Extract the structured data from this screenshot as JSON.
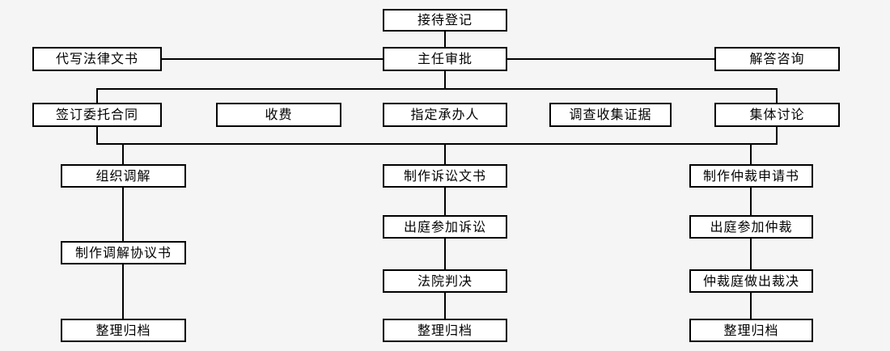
{
  "diagram": {
    "type": "flowchart",
    "colors": {
      "background": "#f5f5f5",
      "box_fill": "#ffffff",
      "box_border": "#000000",
      "connector": "#000000",
      "text": "#000000"
    },
    "nodes": {
      "reception_registration": {
        "label": "接待登记"
      },
      "director_approval": {
        "label": "主任审批"
      },
      "draft_legal_documents": {
        "label": "代写法律文书"
      },
      "answer_consultations": {
        "label": "解答咨询"
      },
      "sign_entrustment_contract": {
        "label": "签订委托合同"
      },
      "charge_fees": {
        "label": "收费"
      },
      "assign_case_handler": {
        "label": "指定承办人"
      },
      "investigate_collect_evidence": {
        "label": "调查收集证据"
      },
      "group_discussion": {
        "label": "集体讨论"
      },
      "organize_mediation": {
        "label": "组织调解"
      },
      "draft_mediation_agreement": {
        "label": "制作调解协议书"
      },
      "archive_filing_left": {
        "label": "整理归档"
      },
      "draft_litigation_documents": {
        "label": "制作诉讼文书"
      },
      "attend_court_litigation": {
        "label": "出庭参加诉讼"
      },
      "court_judgment": {
        "label": "法院判决"
      },
      "archive_filing_center": {
        "label": "整理归档"
      },
      "draft_arbitration_application": {
        "label": "制作仲裁申请书"
      },
      "attend_arbitration": {
        "label": "出庭参加仲裁"
      },
      "arbitration_tribunal_ruling": {
        "label": "仲裁庭做出裁决"
      },
      "archive_filing_right": {
        "label": "整理归档"
      }
    },
    "edges": [
      {
        "from": "reception_registration",
        "to": "director_approval"
      },
      {
        "from": "draft_legal_documents",
        "to": "director_approval"
      },
      {
        "from": "director_approval",
        "to": "answer_consultations"
      },
      {
        "from": "director_approval",
        "to": "sign_entrustment_contract"
      },
      {
        "from": "director_approval",
        "to": "group_discussion"
      },
      {
        "from": "sign_entrustment_contract",
        "to": "organize_mediation"
      },
      {
        "from": "sign_entrustment_contract",
        "to": "draft_litigation_documents"
      },
      {
        "from": "sign_entrustment_contract",
        "to": "draft_arbitration_application"
      },
      {
        "from": "group_discussion",
        "to": "organize_mediation"
      },
      {
        "from": "group_discussion",
        "to": "draft_litigation_documents"
      },
      {
        "from": "group_discussion",
        "to": "draft_arbitration_application"
      },
      {
        "from": "organize_mediation",
        "to": "draft_mediation_agreement"
      },
      {
        "from": "draft_mediation_agreement",
        "to": "archive_filing_left"
      },
      {
        "from": "draft_litigation_documents",
        "to": "attend_court_litigation"
      },
      {
        "from": "attend_court_litigation",
        "to": "court_judgment"
      },
      {
        "from": "court_judgment",
        "to": "archive_filing_center"
      },
      {
        "from": "draft_arbitration_application",
        "to": "attend_arbitration"
      },
      {
        "from": "attend_arbitration",
        "to": "arbitration_tribunal_ruling"
      },
      {
        "from": "arbitration_tribunal_ruling",
        "to": "archive_filing_right"
      }
    ]
  }
}
